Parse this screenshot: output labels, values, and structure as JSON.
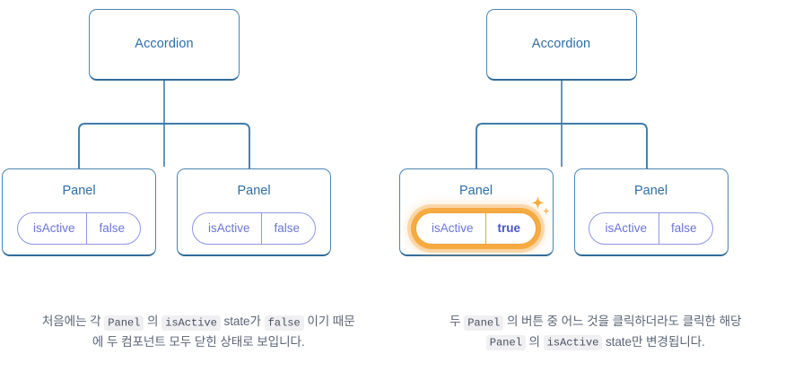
{
  "page": {
    "background": "#ffffff",
    "node_border_color": "#4a84b4",
    "node_title_color": "#2e6da4",
    "pill_color": "#6b74d8",
    "pill_border_color": "#8e97e6",
    "highlight_color": "#f5ab41",
    "highlight_value_color": "#4b55c8",
    "caption_color": "#5a6475",
    "code_background": "#f0f0f3"
  },
  "figures": [
    {
      "id": "initial-state",
      "root": {
        "label": "Accordion"
      },
      "panels": [
        {
          "label": "Panel",
          "state": {
            "key": "isActive",
            "value": "false"
          },
          "highlighted": false
        },
        {
          "label": "Panel",
          "state": {
            "key": "isActive",
            "value": "false"
          },
          "highlighted": false
        }
      ],
      "caption": {
        "parts": [
          {
            "type": "text",
            "text": "처음에는 각 "
          },
          {
            "type": "code",
            "text": "Panel"
          },
          {
            "type": "text",
            "text": " 의 "
          },
          {
            "type": "code",
            "text": "isActive"
          },
          {
            "type": "text",
            "text": " state가 "
          },
          {
            "type": "code",
            "text": "false"
          },
          {
            "type": "text",
            "text": " 이기 때문에 두 컴포넌트 모두 닫힌 상태로 보입니다."
          }
        ]
      }
    },
    {
      "id": "clicked-state",
      "root": {
        "label": "Accordion"
      },
      "panels": [
        {
          "label": "Panel",
          "state": {
            "key": "isActive",
            "value": "true"
          },
          "highlighted": true
        },
        {
          "label": "Panel",
          "state": {
            "key": "isActive",
            "value": "false"
          },
          "highlighted": false
        }
      ],
      "caption": {
        "parts": [
          {
            "type": "text",
            "text": "두 "
          },
          {
            "type": "code",
            "text": "Panel"
          },
          {
            "type": "text",
            "text": " 의 버튼 중 어느 것을 클릭하더라도 클릭한 해당 "
          },
          {
            "type": "code",
            "text": "Panel"
          },
          {
            "type": "text",
            "text": " 의 "
          },
          {
            "type": "code",
            "text": "isActive"
          },
          {
            "type": "text",
            "text": " state만 변경됩니다."
          }
        ]
      }
    }
  ]
}
